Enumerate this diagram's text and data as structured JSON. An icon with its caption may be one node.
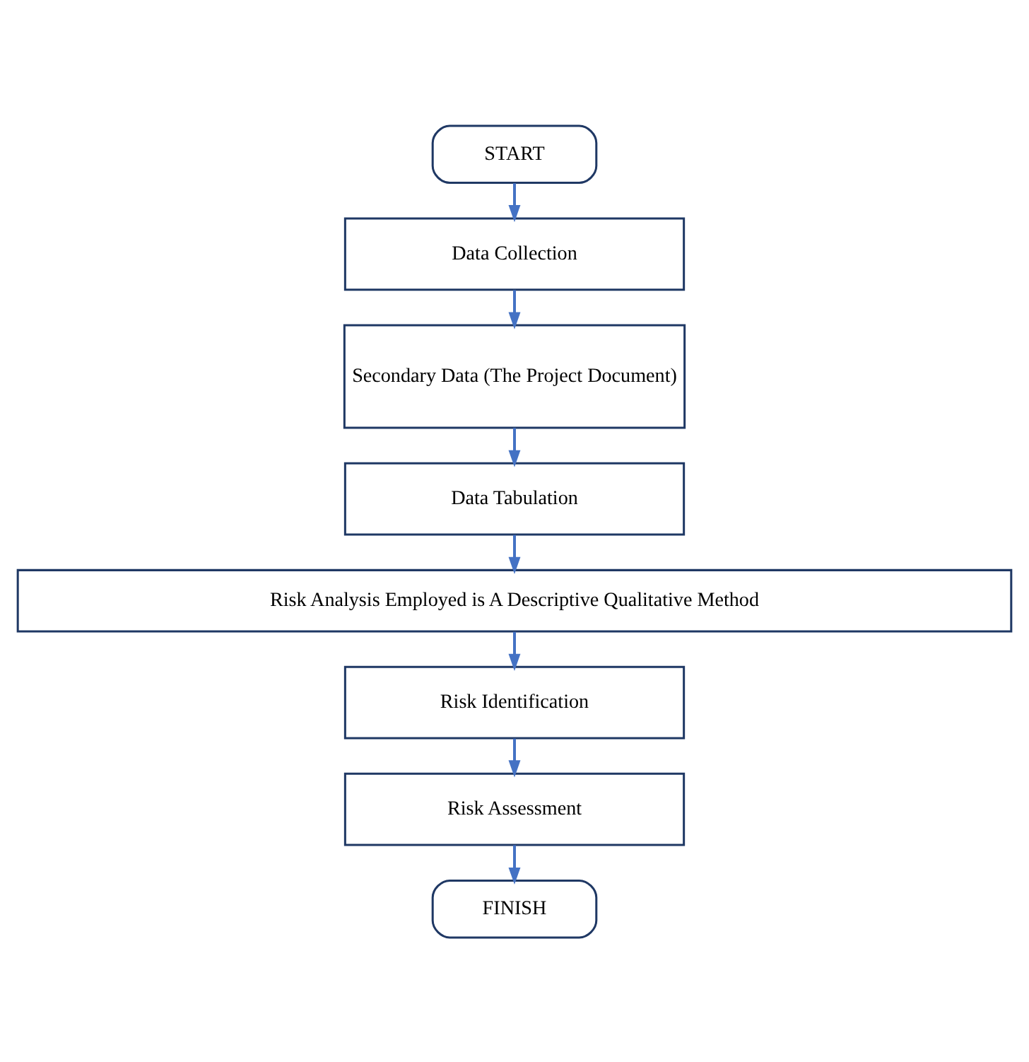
{
  "diagram": {
    "nodes": [
      {
        "text": [
          "START"
        ]
      },
      {
        "text": [
          "Data Collection"
        ]
      },
      {
        "text": [
          "Secondary Data (The Project Document)"
        ]
      },
      {
        "text": [
          "Data Tabulation"
        ]
      },
      {
        "text": [
          "Risk Analysis Employed is A Descriptive Qualitative Method"
        ]
      },
      {
        "text": [
          "Risk Identification"
        ]
      },
      {
        "text": [
          "Risk Assessment"
        ]
      },
      {
        "text": [
          "FINISH"
        ]
      }
    ],
    "edges": [
      {
        "from": 0,
        "to": 1,
        "arrow": "to"
      },
      {
        "from": 1,
        "to": 2,
        "arrow": "to"
      },
      {
        "from": 2,
        "to": 3,
        "arrow": "to"
      },
      {
        "from": 3,
        "to": 4,
        "arrow": "to"
      },
      {
        "from": 4,
        "to": 5,
        "arrow": "to"
      },
      {
        "from": 5,
        "to": 6,
        "arrow": "to"
      },
      {
        "from": 6,
        "to": 7,
        "arrow": "to"
      }
    ]
  }
}
